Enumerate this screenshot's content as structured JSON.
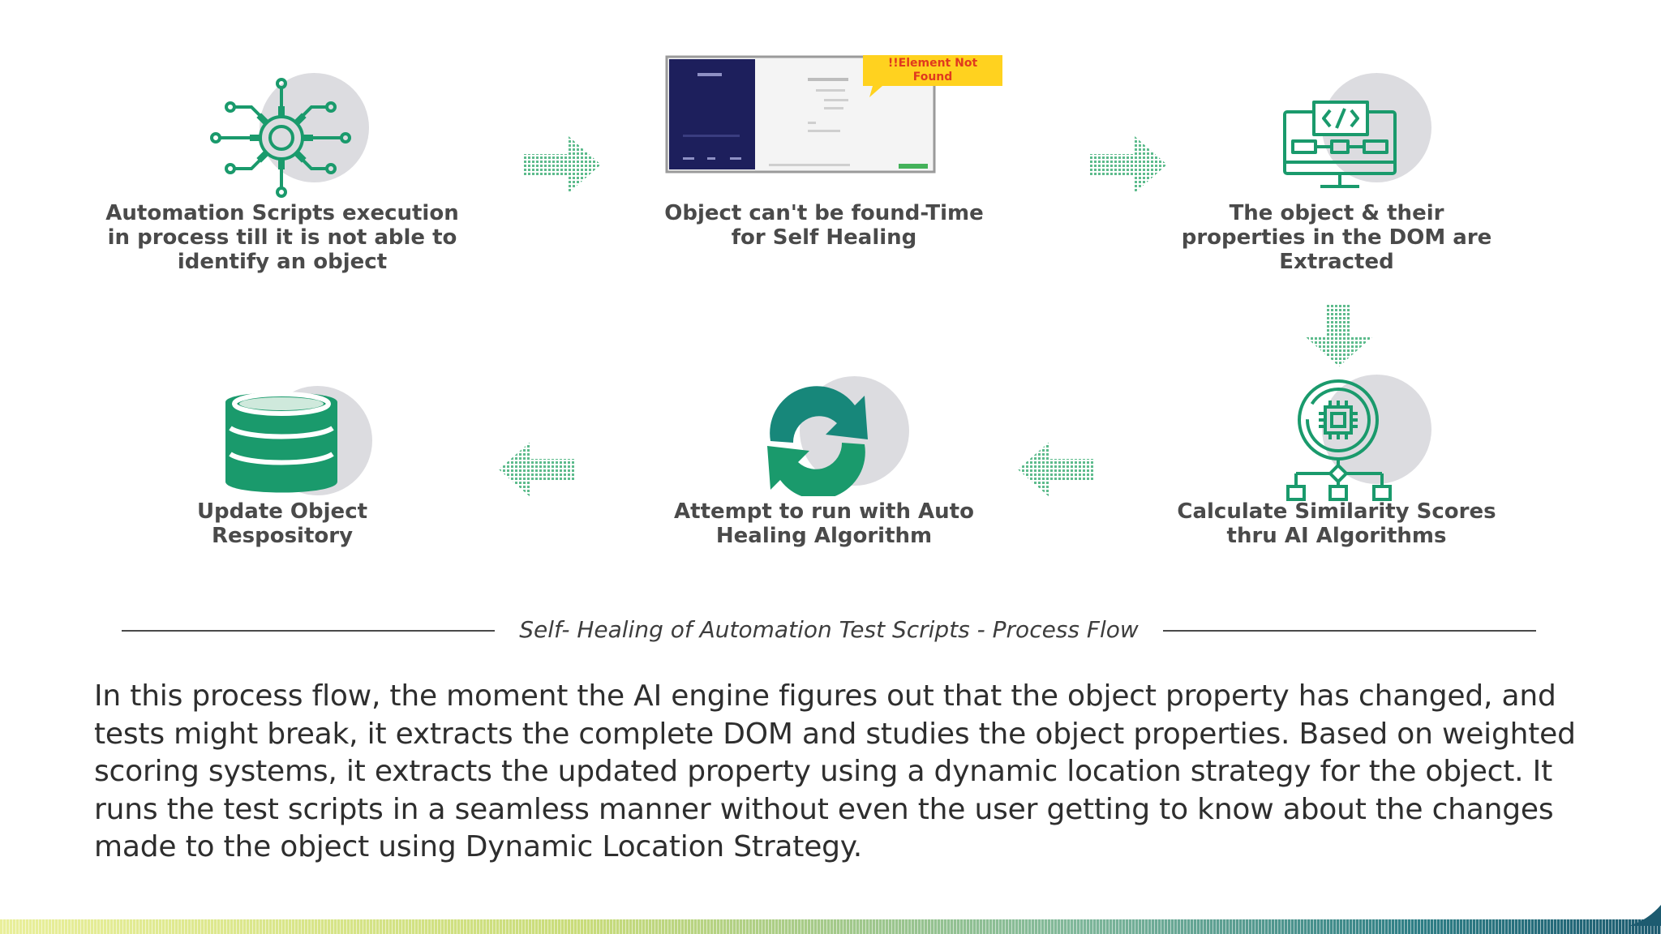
{
  "diagram": {
    "steps": [
      {
        "id": "step-1",
        "label": "Automation Scripts execution\nin process till it is not able to\nidentify an object",
        "icon": "network-gear-icon"
      },
      {
        "id": "step-2",
        "label": "Object can't be found-Time\nfor Self Healing",
        "icon": "browser-screenshot-icon",
        "callout": "!!Element Not\nFound"
      },
      {
        "id": "step-3",
        "label": "The object & their\nproperties in the DOM are\nExtracted",
        "icon": "code-monitor-icon"
      },
      {
        "id": "step-4",
        "label": "Calculate Similarity Scores\nthru AI Algorithms",
        "icon": "ai-chip-flow-icon"
      },
      {
        "id": "step-5",
        "label": "Attempt to run with Auto\nHealing Algorithm",
        "icon": "refresh-cycle-icon"
      },
      {
        "id": "step-6",
        "label": "Update Object\nRespository",
        "icon": "database-icon"
      }
    ],
    "caption": "Self- Healing of Automation Test Scripts - Process Flow"
  },
  "paragraph": "In this process flow, the moment the AI engine figures out that the object property has changed, and tests might break, it extracts the complete DOM and studies the object properties. Based on weighted scoring systems, it extracts the updated property using a dynamic location strategy for the object. It runs the test scripts in a seamless manner without even the user getting to know about the changes made to the object using Dynamic Location Strategy.",
  "colors": {
    "icon_green": "#1a9a6c",
    "icon_teal": "#17877a",
    "blob_gray": "#dcdce0",
    "arrow_green": "#6fc59a",
    "text_dark": "#4a4a4a",
    "callout_yellow": "#ffd21f",
    "screenshot_navy": "#1d1f5c"
  }
}
